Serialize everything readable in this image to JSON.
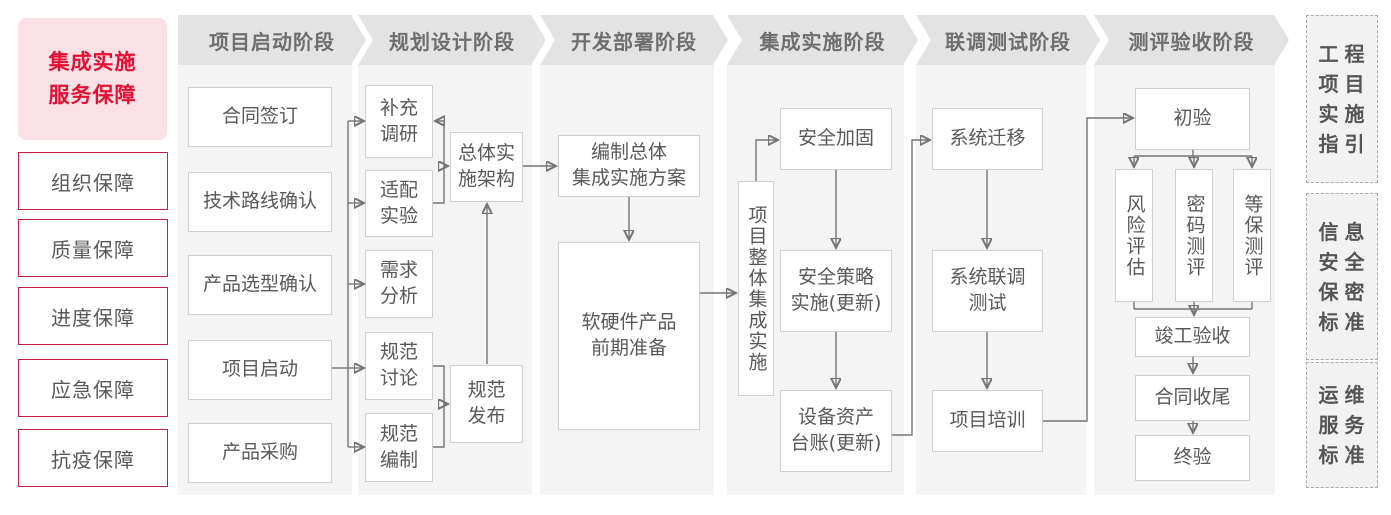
{
  "legend": {
    "title": "集成实施\n服务保障",
    "items": [
      "组织保障",
      "质量保障",
      "进度保障",
      "应急保障",
      "抗疫保障"
    ]
  },
  "stages": [
    {
      "label": "项目启动阶段",
      "nodes": [
        "合同签订",
        "技术路线确认",
        "产品选型确认",
        "项目启动",
        "产品采购"
      ]
    },
    {
      "label": "规划设计阶段",
      "nodes": [
        "补充\n调研",
        "适配\n实验",
        "需求\n分析",
        "规范\n讨论",
        "规范\n编制",
        "总体实\n施架构",
        "规范\n发布"
      ]
    },
    {
      "label": "开发部署阶段",
      "nodes": [
        "编制总体\n集成实施方案",
        "软硬件产品\n前期准备"
      ]
    },
    {
      "label": "集成实施阶段",
      "nodes": [
        "项目整体集成实施",
        "安全加固",
        "安全策略\n实施(更新)",
        "设备资产\n台账(更新)"
      ]
    },
    {
      "label": "联调测试阶段",
      "nodes": [
        "系统迁移",
        "系统联调\n测试",
        "项目培训"
      ]
    },
    {
      "label": "测评验收阶段",
      "nodes": [
        "初验",
        "风险评估",
        "密码测评",
        "等保测评",
        "竣工验收",
        "合同收尾",
        "终验"
      ]
    }
  ],
  "references": [
    "工程\n项目\n实施\n指引",
    "信息\n安全\n保密\n标准",
    "运维\n服务\n标准"
  ],
  "colors": {
    "accent_red": "#E60E31",
    "legend_border": "#C81E41",
    "pink_bg": "#FBE0E6",
    "stage_header_bg": "#E3E3E3",
    "stage_header_text": "#6E6E6E",
    "column_bg": "#F4F4F4",
    "node_border": "#CFCFCF",
    "text_gray": "#595959",
    "connector": "#757575",
    "dashed_border": "#ABABAB"
  }
}
